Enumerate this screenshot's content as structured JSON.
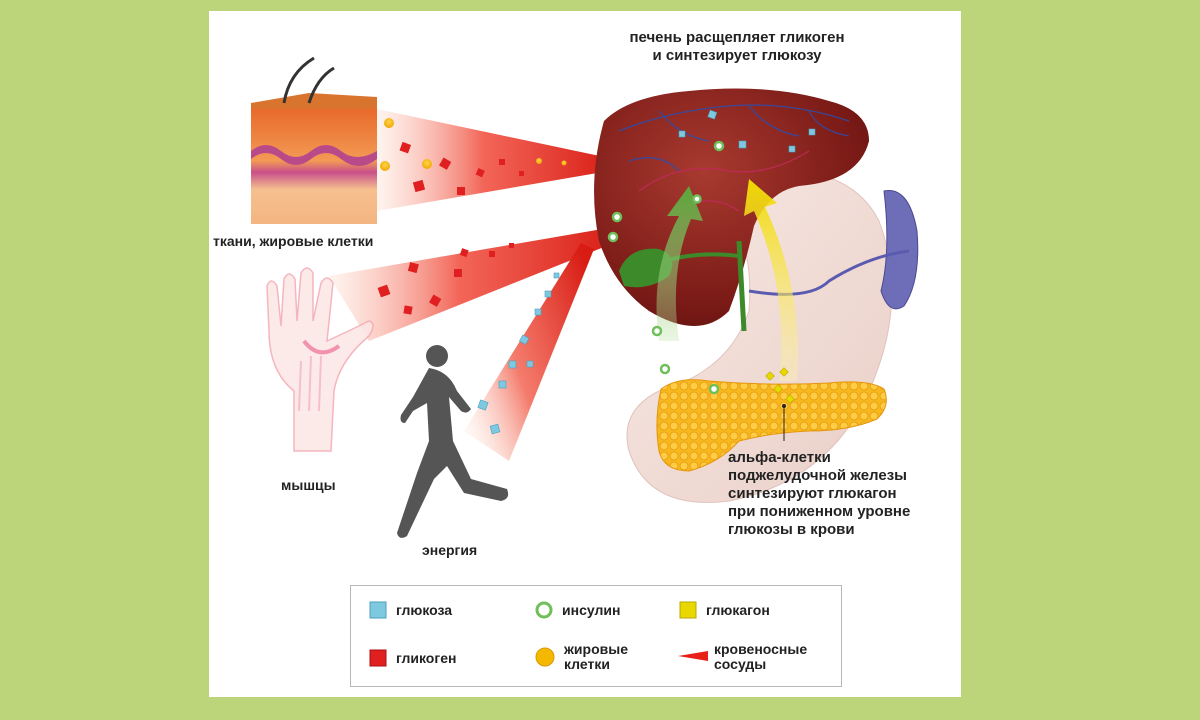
{
  "labels": {
    "liver_line1": "печень расщепляет гликоген",
    "liver_line2": "и синтезирует глюкозу",
    "tissues": "ткани, жировые клетки",
    "muscles": "мышцы",
    "energy": "энергия",
    "alpha_lines": [
      "альфа-клетки",
      "поджелудочной железы",
      "синтезируют глюкагон",
      "при пониженном уровне",
      "глюкозы в крови"
    ]
  },
  "legend": {
    "glucose": "глюкоза",
    "insulin": "инсулин",
    "glucagon": "глюкагон",
    "glycogen": "гликоген",
    "fat_cells_1": "жировые",
    "fat_cells_2": "клетки",
    "vessels_1": "кровеносные",
    "vessels_2": "сосуды"
  },
  "colors": {
    "background": "#bdd57a",
    "glucose": "#7ec8e0",
    "glycogen": "#e02020",
    "glucagon": "#e8d800",
    "insulin": "#6fbf5a",
    "fat": "#f5b800",
    "liver": "#8a1f1a",
    "vessel": "#e8201a"
  }
}
